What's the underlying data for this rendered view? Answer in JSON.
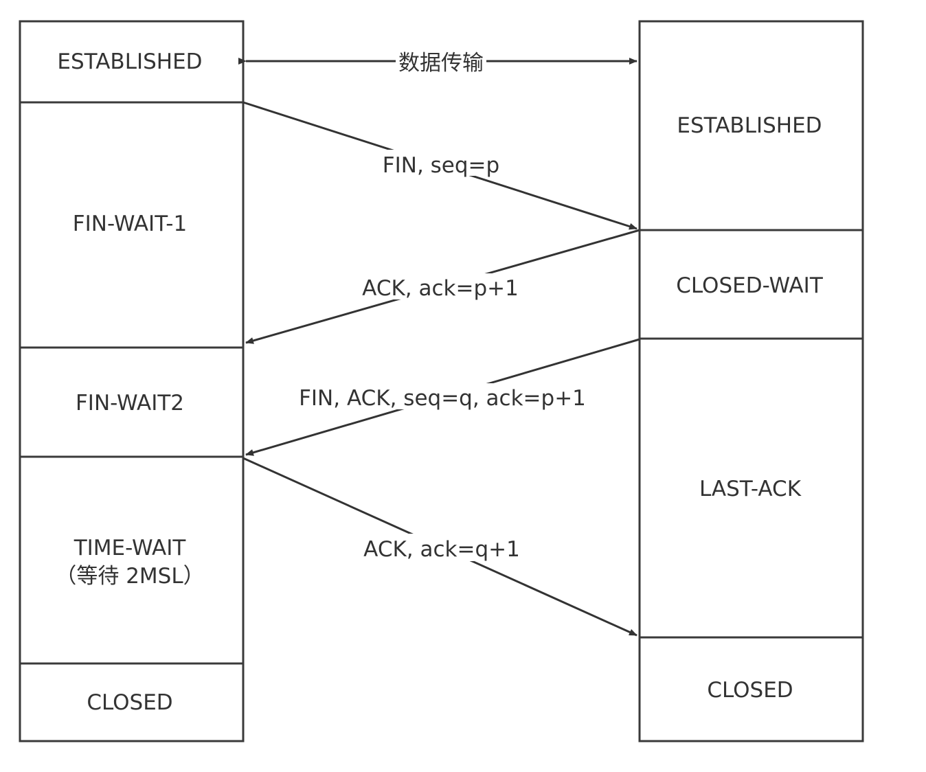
{
  "left_states": [
    {
      "label": "ESTABLISHED"
    },
    {
      "label": "FIN-WAIT-1"
    },
    {
      "label": "FIN-WAIT2"
    },
    {
      "label": "TIME-WAIT",
      "sublabel": "（等待 2MSL）"
    },
    {
      "label": "CLOSED"
    }
  ],
  "right_states": [
    {
      "label": "ESTABLISHED"
    },
    {
      "label": "CLOSED-WAIT"
    },
    {
      "label": "LAST-ACK"
    },
    {
      "label": "CLOSED"
    }
  ],
  "messages": [
    {
      "label": "数据传输",
      "direction": "both"
    },
    {
      "label": "FIN, seq=p",
      "direction": "left-to-right"
    },
    {
      "label": "ACK, ack=p+1",
      "direction": "right-to-left"
    },
    {
      "label": "FIN, ACK, seq=q, ack=p+1",
      "direction": "right-to-left"
    },
    {
      "label": "ACK, ack=q+1",
      "direction": "left-to-right"
    }
  ],
  "colors": {
    "line": "#333333",
    "text": "#333333",
    "background": "#ffffff"
  }
}
